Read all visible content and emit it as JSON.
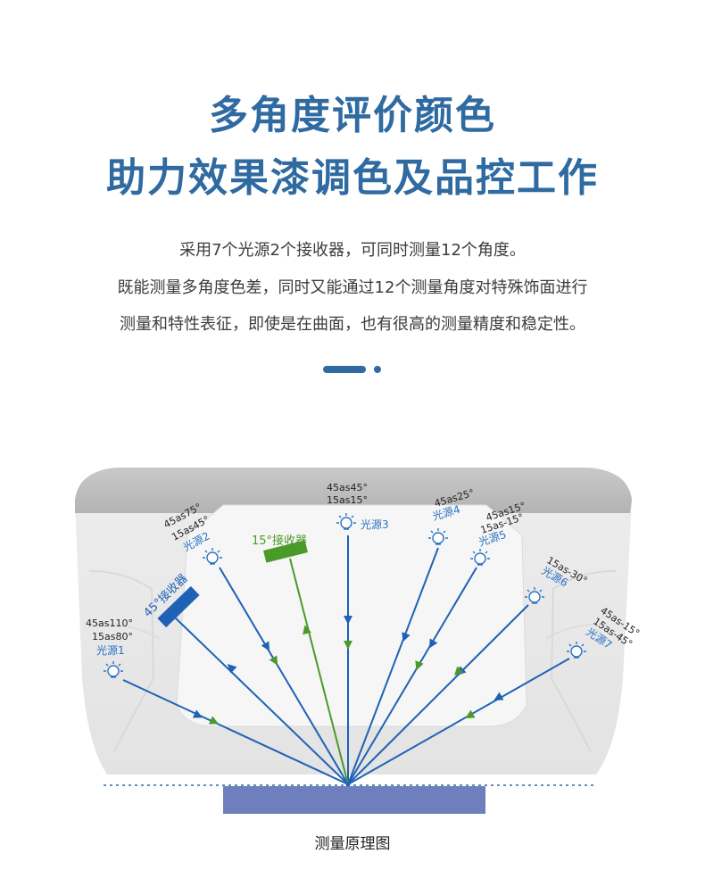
{
  "heading": {
    "line1": "多角度评价颜色",
    "line2": "助力效果漆调色及品控工作"
  },
  "description": [
    "采用7个光源2个接收器，可同时测量12个角度。",
    "既能测量多角度色差，同时又能通过12个测量角度对特殊饰面进行",
    "测量和特性表征，即使是在曲面，也有很高的测量精度和稳定性。"
  ],
  "colors": {
    "title": "#2f6aa1",
    "beam_blue": "#1f62b5",
    "beam_green": "#4a9a2a",
    "device_gray": "#e9e9e9",
    "sample": "#6f7fbd"
  },
  "diagram": {
    "sources": [
      {
        "name": "光源1",
        "codes": [
          "45as110°",
          "15as80°"
        ]
      },
      {
        "name": "光源2",
        "codes": [
          "45as75°",
          "15as45°"
        ]
      },
      {
        "name": "光源3",
        "codes": [
          "45as45°",
          "15as15°"
        ]
      },
      {
        "name": "光源4",
        "codes": [
          "45as25°"
        ]
      },
      {
        "name": "光源5",
        "codes": [
          "45as15°",
          "15as-15°"
        ]
      },
      {
        "name": "光源6",
        "codes": [
          "15as-30°"
        ]
      },
      {
        "name": "光源7",
        "codes": [
          "45as-15°",
          "15as-45°"
        ]
      }
    ],
    "receivers": [
      {
        "name": "45°接收器"
      },
      {
        "name": "15°接收器"
      }
    ]
  },
  "caption": "测量原理图"
}
